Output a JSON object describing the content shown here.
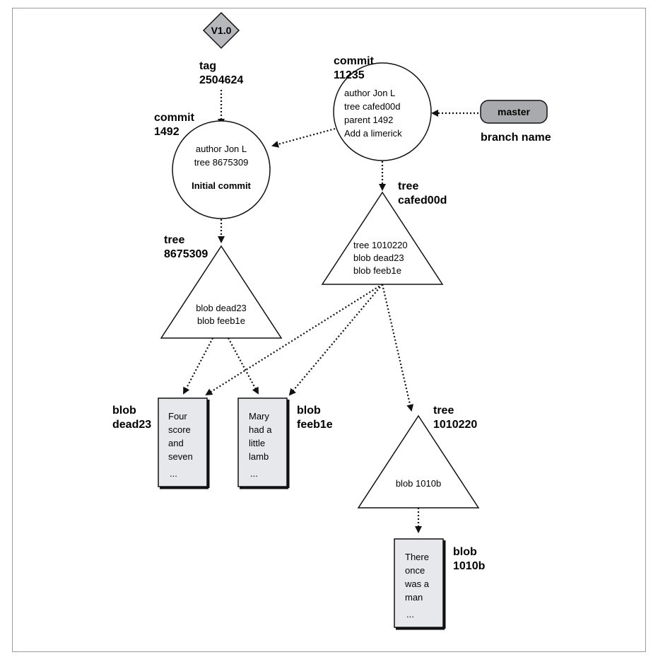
{
  "tag": {
    "badge": "V1.0",
    "type": "tag",
    "id": "2504624"
  },
  "commit_old": {
    "type": "commit",
    "id": "1492",
    "lines": [
      "author Jon L",
      "tree 8675309"
    ],
    "message": "Initial commit"
  },
  "commit_new": {
    "type": "commit",
    "id": "11235",
    "lines": [
      "author Jon L",
      "tree cafed00d",
      "parent 1492",
      "Add a limerick"
    ]
  },
  "branch": {
    "name": "master",
    "caption": "branch name"
  },
  "tree_8675309": {
    "type": "tree",
    "id": "8675309",
    "lines": [
      "blob dead23",
      "blob feeb1e"
    ]
  },
  "tree_cafed00d": {
    "type": "tree",
    "id": "cafed00d",
    "lines": [
      "tree 1010220",
      "blob dead23",
      "blob feeb1e"
    ]
  },
  "tree_1010220": {
    "type": "tree",
    "id": "1010220",
    "lines": [
      "blob 1010b"
    ]
  },
  "blob_dead23": {
    "type": "blob",
    "id": "dead23",
    "lines": [
      "Four",
      "score",
      "and",
      "seven",
      "..."
    ]
  },
  "blob_feeb1e": {
    "type": "blob",
    "id": "feeb1e",
    "lines": [
      "Mary",
      "had a",
      "little",
      "lamb",
      "..."
    ]
  },
  "blob_1010b": {
    "type": "blob",
    "id": "1010b",
    "lines": [
      "There",
      "once",
      "was a",
      "man",
      "..."
    ]
  },
  "colors": {
    "node_fill": "#ffffff",
    "blob_fill": "#e6e8ec",
    "branch_fill": "#a9aaad",
    "tag_fill": "#b7b8bb",
    "stroke": "#111111"
  }
}
